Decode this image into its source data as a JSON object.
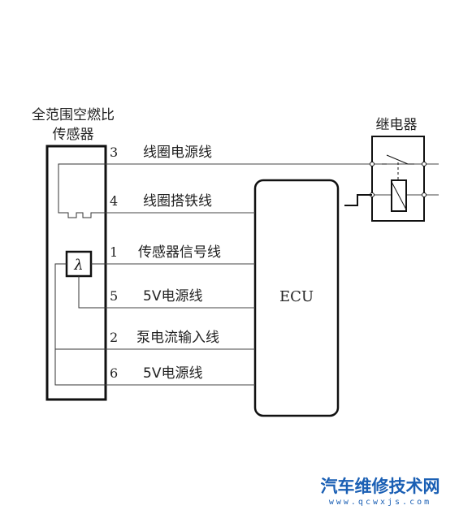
{
  "sensor": {
    "title_line1": "全范围空燃比",
    "title_line2": "传感器",
    "lambda_symbol": "λ"
  },
  "relay": {
    "title": "继电器"
  },
  "ecu": {
    "label": "ECU"
  },
  "wires": [
    {
      "pin": "3",
      "label": "线圈电源线"
    },
    {
      "pin": "4",
      "label": "线圈搭铁线"
    },
    {
      "pin": "1",
      "label": "传感器信号线"
    },
    {
      "pin": "5",
      "label": "5V电源线"
    },
    {
      "pin": "2",
      "label": "泵电流输入线"
    },
    {
      "pin": "6",
      "label": "5V电源线"
    }
  ],
  "watermark": {
    "title": "汽车维修技术网",
    "url": "www.qcwxjs.com"
  }
}
